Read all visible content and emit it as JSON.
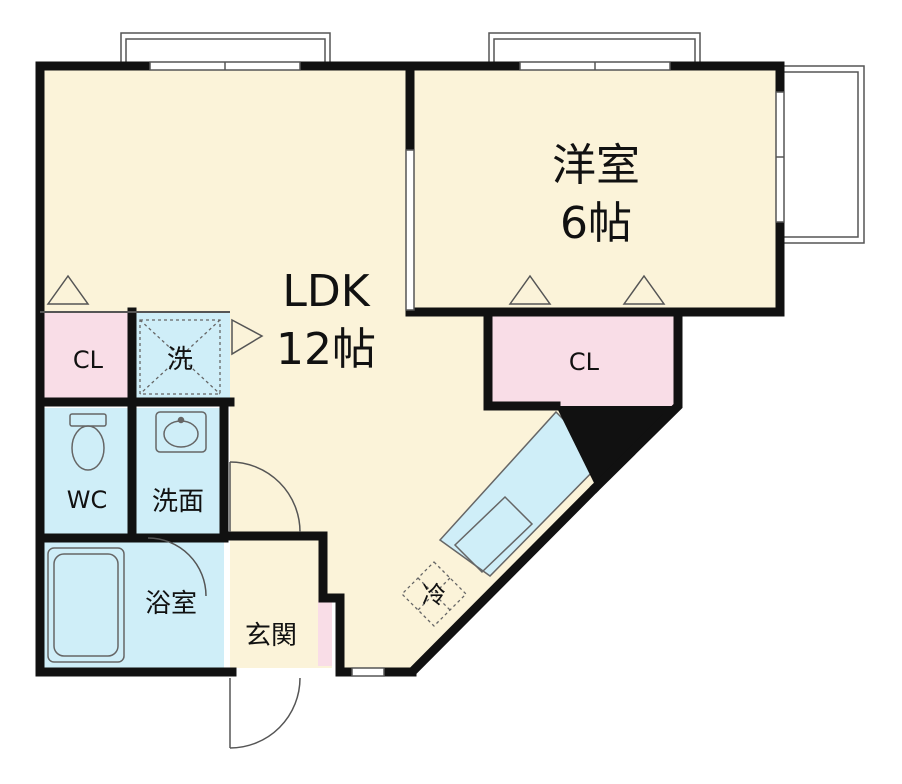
{
  "colors": {
    "wall": "#111111",
    "living_floor": "#fbf3d9",
    "wet_floor": "#cfeef8",
    "closet_floor": "#f9dde7",
    "fixture_stroke": "#666666"
  },
  "rooms": {
    "ldk": {
      "name": "LDK",
      "size": "12帖"
    },
    "western": {
      "name": "洋室",
      "size": "6帖"
    },
    "closet_left": "CL",
    "closet_right": "CL",
    "washer": "洗",
    "wc": "WC",
    "washroom": "洗面",
    "bath": "浴室",
    "entrance": "玄関",
    "fridge": "冷"
  }
}
